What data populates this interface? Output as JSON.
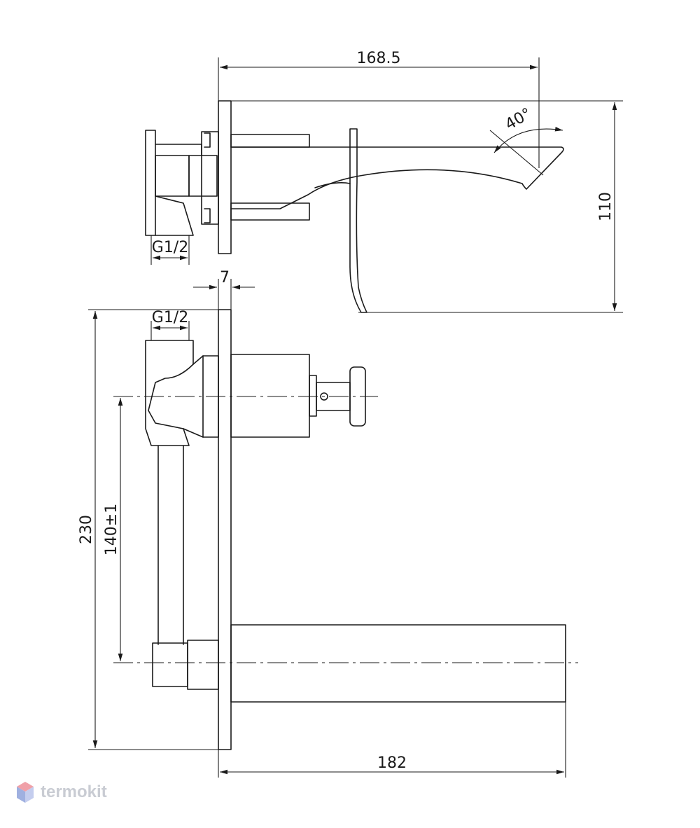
{
  "dimensions": {
    "top_width": "168.5",
    "height": "110",
    "angle": "40°",
    "thread_top": "G1/2",
    "plate_offset": "7",
    "thread_mid": "G1/2",
    "total_height": "230",
    "center_distance": "140±1",
    "bottom_width": "182"
  },
  "watermark": {
    "text": "termokit"
  },
  "colors": {
    "line": "#1a1a1a",
    "watermark": "#c9ccd3"
  }
}
